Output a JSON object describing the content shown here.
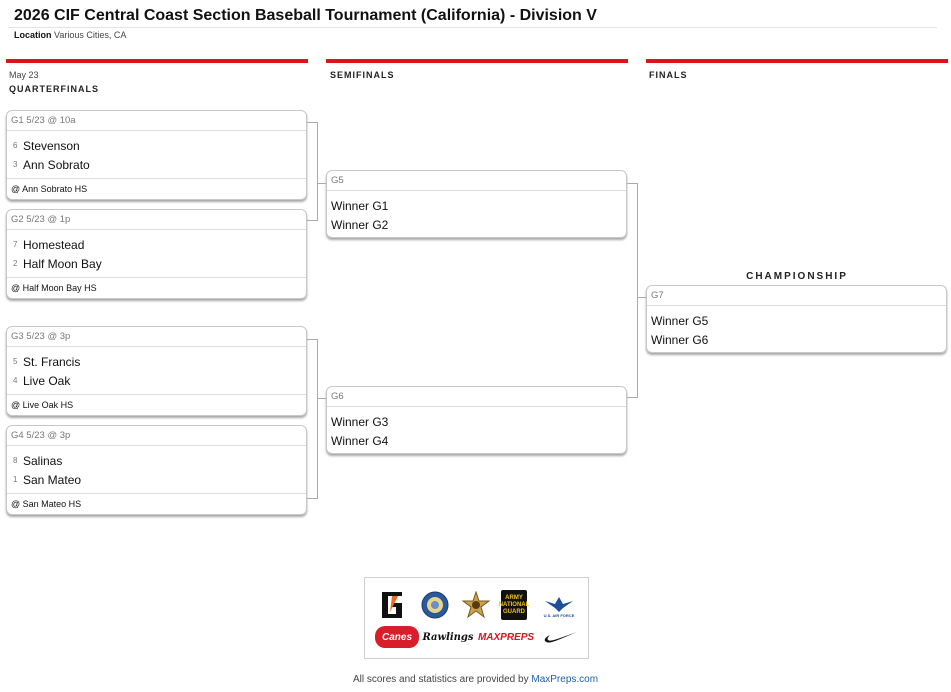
{
  "header": {
    "title": "2026 CIF Central Coast Section Baseball Tournament (California) - Division V",
    "location_label": "Location",
    "location_value": "Various Cities, CA"
  },
  "rounds": {
    "quarterfinals_date": "May 23",
    "quarterfinals": "QUARTERFINALS",
    "semifinals": "SEMIFINALS",
    "finals": "FINALS",
    "championship": "CHAMPIONSHIP"
  },
  "games": {
    "g1": {
      "head": "G1 5/23 @ 10a",
      "teams": [
        {
          "seed": "6",
          "name": "Stevenson"
        },
        {
          "seed": "3",
          "name": "Ann Sobrato"
        }
      ],
      "venue": "@ Ann Sobrato HS"
    },
    "g2": {
      "head": "G2 5/23 @ 1p",
      "teams": [
        {
          "seed": "7",
          "name": "Homestead"
        },
        {
          "seed": "2",
          "name": "Half Moon Bay"
        }
      ],
      "venue": "@ Half Moon Bay HS"
    },
    "g3": {
      "head": "G3 5/23 @ 3p",
      "teams": [
        {
          "seed": "5",
          "name": "St. Francis"
        },
        {
          "seed": "4",
          "name": "Live Oak"
        }
      ],
      "venue": "@ Live Oak HS"
    },
    "g4": {
      "head": "G4 5/23 @ 3p",
      "teams": [
        {
          "seed": "8",
          "name": "Salinas"
        },
        {
          "seed": "1",
          "name": "San Mateo"
        }
      ],
      "venue": "@ San Mateo HS"
    },
    "g5": {
      "head": "G5",
      "teams": [
        {
          "name": "Winner G1"
        },
        {
          "name": "Winner G2"
        }
      ]
    },
    "g6": {
      "head": "G6",
      "teams": [
        {
          "name": "Winner G3"
        },
        {
          "name": "Winner G4"
        }
      ]
    },
    "g7": {
      "head": "G7",
      "teams": [
        {
          "name": "Winner G5"
        },
        {
          "name": "Winner G6"
        }
      ]
    }
  },
  "sponsors": {
    "gatorade": "G",
    "canes": "Canes",
    "rawlings": "Rawlings",
    "maxpreps": "MAXPREPS",
    "army_guard": [
      "ARMY",
      "NATIONAL",
      "GUARD"
    ],
    "air_force": "U.S. AIR FORCE"
  },
  "footer": {
    "text": "All scores and statistics are provided by",
    "link": "MaxPreps.com"
  },
  "colors": {
    "accent": "#d8141d",
    "link": "#2060a8"
  }
}
